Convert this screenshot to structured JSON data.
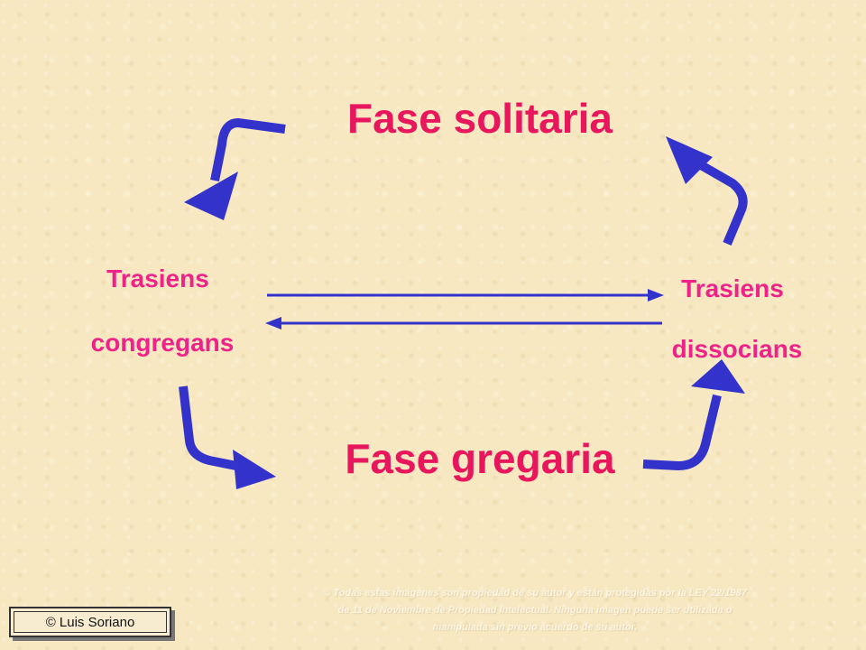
{
  "colors": {
    "title": "#e8175d",
    "label": "#ee2288",
    "arrow": "#3333cc",
    "connector": "#3333cc"
  },
  "diagram": {
    "top_title": "Fase solitaria",
    "bottom_title": "Fase gregaria",
    "left_label_line1": "Trasiens",
    "left_label_line2": "congregans",
    "right_label_line1": "Trasiens",
    "right_label_line2": "dissocians"
  },
  "footer": {
    "line1": "© Todas estas imágenes son propiedad de su autor y están protegidas por la LEY 22/1987",
    "line2": "de 11 de Noviembre de Propiedad Intelectual. Ninguna imagen puede ser utilizada o",
    "line3": "manipulada sin previo acuerdo de su autor."
  },
  "stamp": {
    "text": "© Luis Soriano"
  }
}
